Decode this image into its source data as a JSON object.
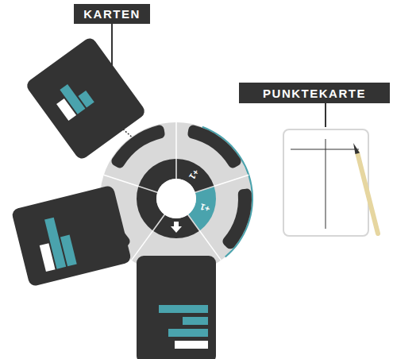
{
  "diagram": {
    "nodes": [
      {
        "text": [
          "KARTEN"
        ]
      },
      {
        "text": [
          "PUNKTEKARTE"
        ]
      }
    ],
    "labels": [
      "+1",
      "+1"
    ]
  }
}
